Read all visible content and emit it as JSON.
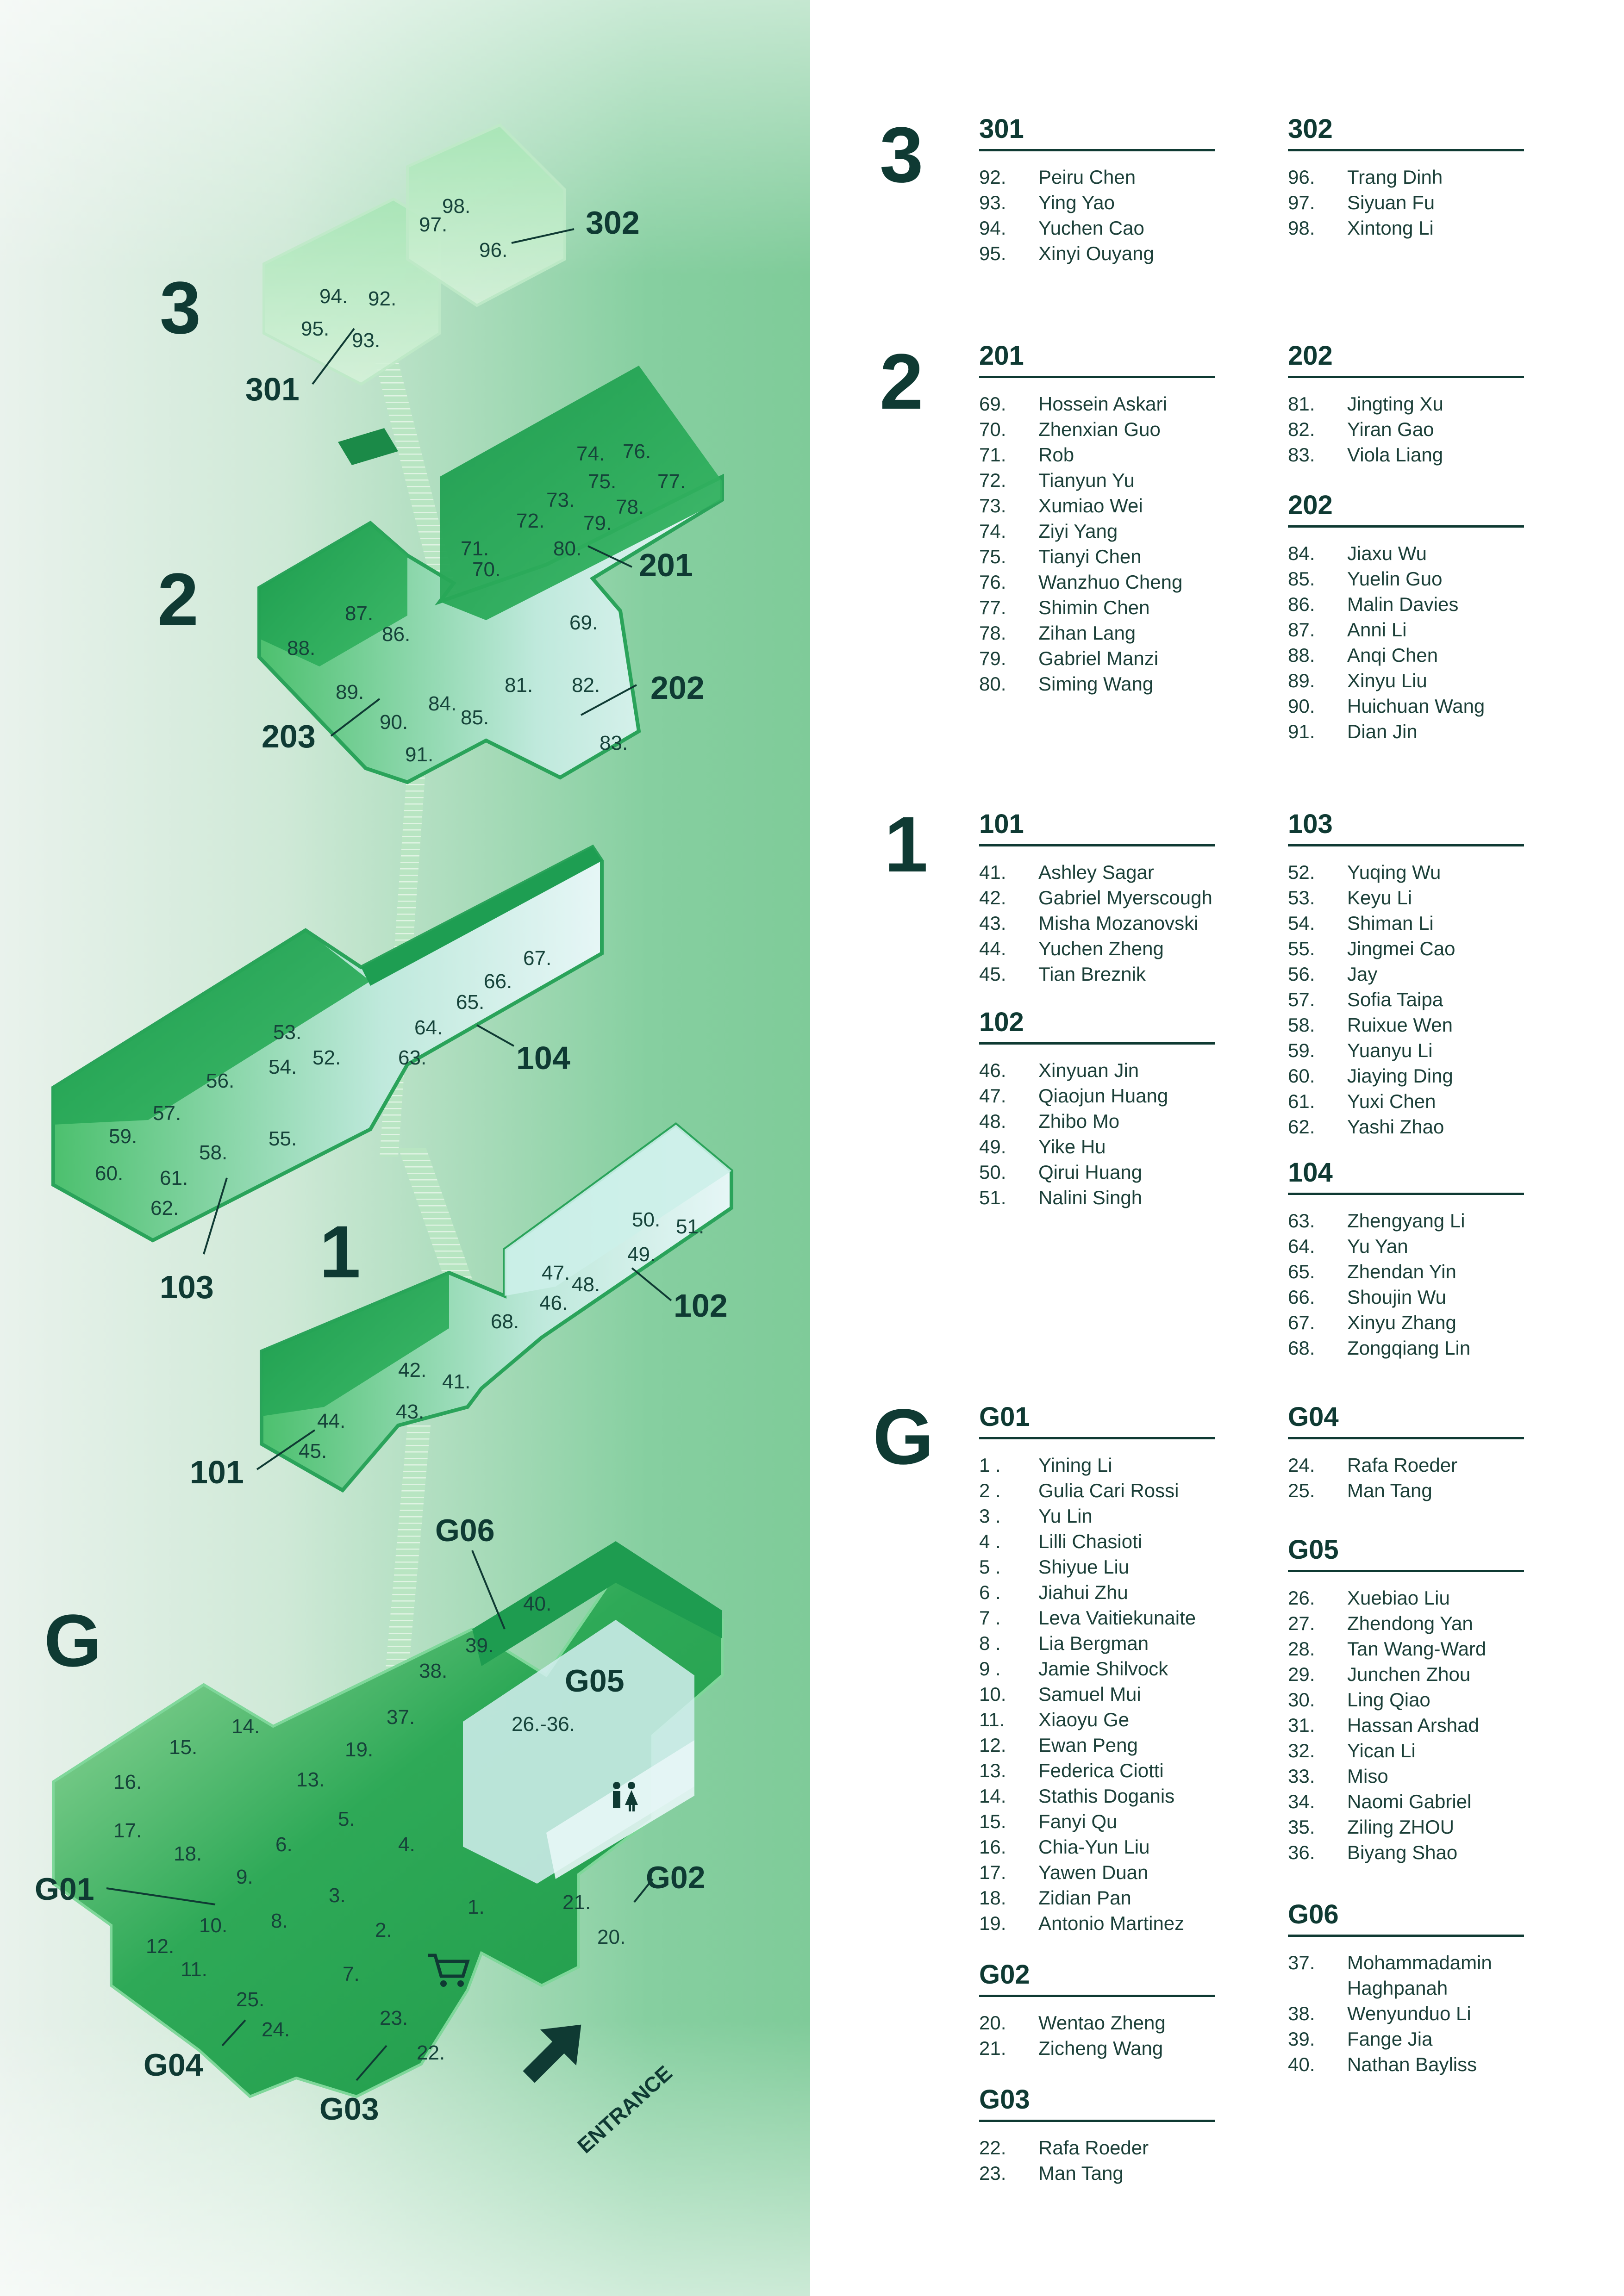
{
  "map": {
    "floor_labels": [
      "3",
      "2",
      "1",
      "G"
    ],
    "wing_labels": [
      "301",
      "302",
      "201",
      "202",
      "203",
      "101",
      "102",
      "103",
      "104",
      "G01",
      "G02",
      "G03",
      "G04",
      "G05",
      "G06"
    ],
    "entrance_label": "ENTRANCE",
    "icons": [
      "restroom-icon",
      "shopping-cart-icon",
      "entrance-arrow-icon",
      "staircase-icon"
    ],
    "colors": {
      "accent": "#0f3a33",
      "green": "#1fa454",
      "light_green": "#8fe0a8",
      "pale": "#d9f1ee"
    }
  },
  "directory": {
    "floors": [
      {
        "label": "3",
        "blocks": [
          {
            "title": "301",
            "entries": [
              {
                "n": "92.",
                "name": "Peiru Chen"
              },
              {
                "n": "93.",
                "name": "Ying Yao"
              },
              {
                "n": "94.",
                "name": "Yuchen Cao"
              },
              {
                "n": "95.",
                "name": "Xinyi Ouyang"
              }
            ]
          },
          {
            "title": "302",
            "entries": [
              {
                "n": "96.",
                "name": "Trang Dinh"
              },
              {
                "n": "97.",
                "name": "Siyuan Fu"
              },
              {
                "n": "98.",
                "name": "Xintong Li"
              }
            ]
          }
        ]
      },
      {
        "label": "2",
        "blocks": [
          {
            "title": "201",
            "entries": [
              {
                "n": "69.",
                "name": "Hossein Askari"
              },
              {
                "n": "70.",
                "name": "Zhenxian Guo"
              },
              {
                "n": "71.",
                "name": "Rob"
              },
              {
                "n": "72.",
                "name": "Tianyun Yu"
              },
              {
                "n": "73.",
                "name": "Xumiao Wei"
              },
              {
                "n": "74.",
                "name": "Ziyi Yang"
              },
              {
                "n": "75.",
                "name": "Tianyi Chen"
              },
              {
                "n": "76.",
                "name": "Wanzhuo Cheng"
              },
              {
                "n": "77.",
                "name": "Shimin Chen"
              },
              {
                "n": "78.",
                "name": "Zihan Lang"
              },
              {
                "n": "79.",
                "name": "Gabriel Manzi"
              },
              {
                "n": "80.",
                "name": "Siming Wang"
              }
            ]
          },
          {
            "title": "202",
            "entries": [
              {
                "n": "81.",
                "name": "Jingting Xu"
              },
              {
                "n": "82.",
                "name": "Yiran Gao"
              },
              {
                "n": "83.",
                "name": "Viola Liang"
              }
            ]
          },
          {
            "title": "202",
            "entries": [
              {
                "n": "84.",
                "name": "Jiaxu Wu"
              },
              {
                "n": "85.",
                "name": "Yuelin Guo"
              },
              {
                "n": "86.",
                "name": "Malin Davies"
              },
              {
                "n": "87.",
                "name": "Anni Li"
              },
              {
                "n": "88.",
                "name": "Anqi Chen"
              },
              {
                "n": "89.",
                "name": "Xinyu Liu"
              },
              {
                "n": "90.",
                "name": "Huichuan Wang"
              },
              {
                "n": "91.",
                "name": "Dian Jin"
              }
            ]
          }
        ]
      },
      {
        "label": "1",
        "blocks": [
          {
            "title": "101",
            "entries": [
              {
                "n": "41.",
                "name": "Ashley Sagar"
              },
              {
                "n": "42.",
                "name": "Gabriel Myerscough"
              },
              {
                "n": "43.",
                "name": "Misha Mozanovski"
              },
              {
                "n": "44.",
                "name": "Yuchen Zheng"
              },
              {
                "n": "45.",
                "name": "Tian Breznik"
              }
            ]
          },
          {
            "title": "102",
            "entries": [
              {
                "n": "46.",
                "name": "Xinyuan Jin"
              },
              {
                "n": "47.",
                "name": "Qiaojun Huang"
              },
              {
                "n": "48.",
                "name": "Zhibo Mo"
              },
              {
                "n": "49.",
                "name": "Yike Hu"
              },
              {
                "n": "50.",
                "name": "Qirui Huang"
              },
              {
                "n": "51.",
                "name": "Nalini Singh"
              }
            ]
          },
          {
            "title": "103",
            "entries": [
              {
                "n": "52.",
                "name": "Yuqing Wu"
              },
              {
                "n": "53.",
                "name": "Keyu Li"
              },
              {
                "n": "54.",
                "name": "Shiman Li"
              },
              {
                "n": "55.",
                "name": "Jingmei Cao"
              },
              {
                "n": "56.",
                "name": "Jay"
              },
              {
                "n": "57.",
                "name": "Sofia Taipa"
              },
              {
                "n": "58.",
                "name": "Ruixue Wen"
              },
              {
                "n": "59.",
                "name": "Yuanyu Li"
              },
              {
                "n": "60.",
                "name": "Jiaying Ding"
              },
              {
                "n": "61.",
                "name": "Yuxi Chen"
              },
              {
                "n": "62.",
                "name": "Yashi Zhao"
              }
            ]
          },
          {
            "title": "104",
            "entries": [
              {
                "n": "63.",
                "name": "Zhengyang Li"
              },
              {
                "n": "64.",
                "name": "Yu Yan"
              },
              {
                "n": "65.",
                "name": "Zhendan Yin"
              },
              {
                "n": "66.",
                "name": "Shoujin Wu"
              },
              {
                "n": "67.",
                "name": "Xinyu Zhang"
              },
              {
                "n": "68.",
                "name": "Zongqiang Lin"
              }
            ]
          }
        ]
      },
      {
        "label": "G",
        "blocks": [
          {
            "title": "G01",
            "entries": [
              {
                "n": "1  .",
                "name": "Yining Li"
              },
              {
                "n": "2  .",
                "name": "Gulia Cari Rossi"
              },
              {
                "n": "3  .",
                "name": "Yu Lin"
              },
              {
                "n": "4  .",
                "name": "Lilli Chasioti"
              },
              {
                "n": "5  .",
                "name": "Shiyue Liu"
              },
              {
                "n": "6  .",
                "name": "Jiahui Zhu"
              },
              {
                "n": "7  .",
                "name": "Leva Vaitiekunaite"
              },
              {
                "n": "8  .",
                "name": "Lia Bergman"
              },
              {
                "n": "9  .",
                "name": "Jamie Shilvock"
              },
              {
                "n": "10.",
                "name": "Samuel Mui"
              },
              {
                "n": "11.",
                "name": "Xiaoyu Ge"
              },
              {
                "n": "12.",
                "name": "Ewan Peng"
              },
              {
                "n": "13.",
                "name": "Federica Ciotti"
              },
              {
                "n": "14.",
                "name": "Stathis Doganis"
              },
              {
                "n": "15.",
                "name": "Fanyi Qu"
              },
              {
                "n": "16.",
                "name": "Chia-Yun Liu"
              },
              {
                "n": "17.",
                "name": "Yawen Duan"
              },
              {
                "n": "18.",
                "name": "Zidian Pan"
              },
              {
                "n": "19.",
                "name": "Antonio Martinez"
              }
            ]
          },
          {
            "title": "G02",
            "entries": [
              {
                "n": "20.",
                "name": "Wentao Zheng"
              },
              {
                "n": "21.",
                "name": "Zicheng Wang"
              }
            ]
          },
          {
            "title": "G03",
            "entries": [
              {
                "n": "22.",
                "name": "Rafa Roeder"
              },
              {
                "n": "23.",
                "name": "Man Tang"
              }
            ]
          },
          {
            "title": "G04",
            "entries": [
              {
                "n": "24.",
                "name": "Rafa Roeder"
              },
              {
                "n": "25.",
                "name": "Man Tang"
              }
            ]
          },
          {
            "title": "G05",
            "entries": [
              {
                "n": "26.",
                "name": "Xuebiao Liu"
              },
              {
                "n": "27.",
                "name": "Zhendong Yan"
              },
              {
                "n": "28.",
                "name": "Tan Wang-Ward"
              },
              {
                "n": "29.",
                "name": "Junchen Zhou"
              },
              {
                "n": "30.",
                "name": "Ling Qiao"
              },
              {
                "n": "31.",
                "name": "Hassan Arshad"
              },
              {
                "n": "32.",
                "name": "Yican Li"
              },
              {
                "n": "33.",
                "name": "Miso"
              },
              {
                "n": "34.",
                "name": "Naomi Gabriel"
              },
              {
                "n": "35.",
                "name": "Ziling ZHOU"
              },
              {
                "n": "36.",
                "name": "Biyang Shao"
              }
            ]
          },
          {
            "title": "G06",
            "entries": [
              {
                "n": "37.",
                "name": "Mohammadamin Haghpanah"
              },
              {
                "n": "38.",
                "name": "Wenyunduo Li"
              },
              {
                "n": "39.",
                "name": "Fange Jia"
              },
              {
                "n": "40.",
                "name": "Nathan Bayliss"
              }
            ]
          }
        ]
      }
    ]
  }
}
